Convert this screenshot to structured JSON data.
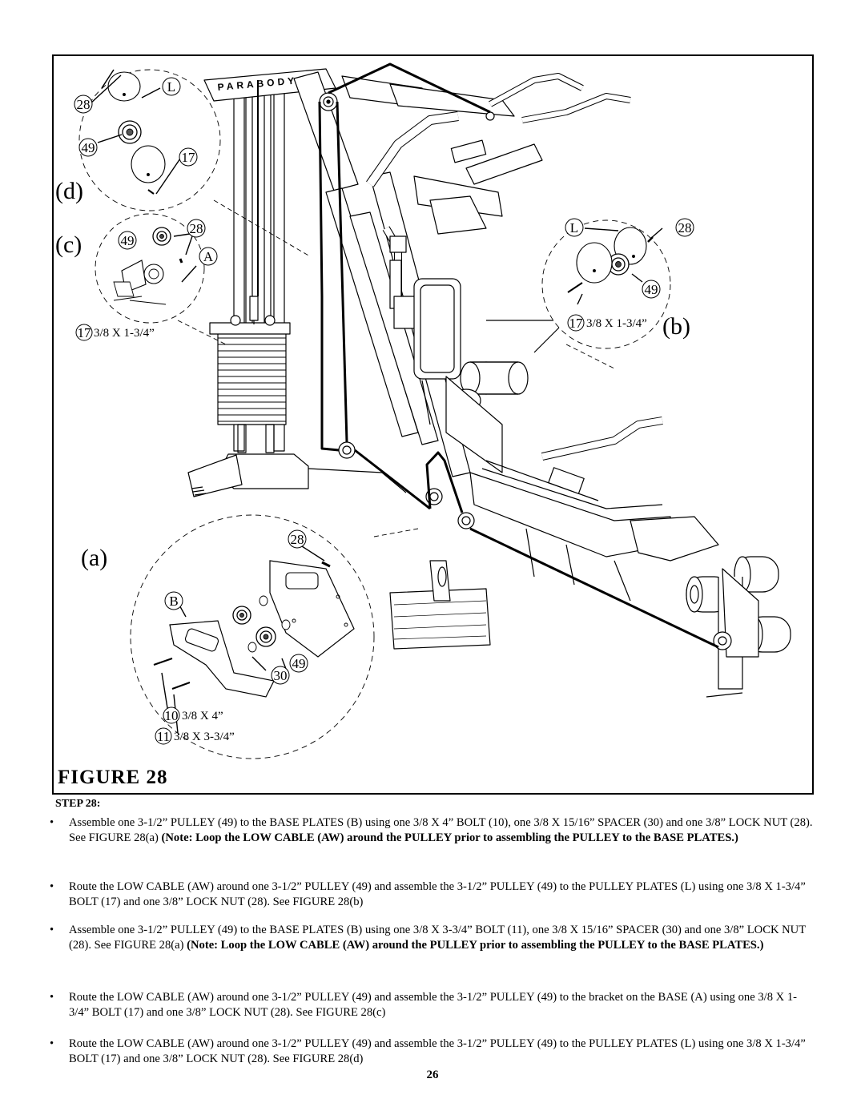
{
  "figure": {
    "title": "FIGURE 28",
    "brand_logo": "PARABODY",
    "panels": {
      "a": "(a)",
      "b": "(b)",
      "c": "(c)",
      "d": "(d)"
    },
    "callouts": {
      "d_L": "L",
      "d_28": "28",
      "d_49": "49",
      "d_17": "17",
      "c_49": "49",
      "c_28": "28",
      "c_A": "A",
      "c_17": "17",
      "c_17_size": "3/8 X 1-3/4”",
      "b_L": "L",
      "b_28": "28",
      "b_49": "49",
      "b_17": "17",
      "b_17_size": "3/8 X 1-3/4”",
      "a_28": "28",
      "a_B": "B",
      "a_49": "49",
      "a_30": "30",
      "a_10": "10",
      "a_10_size": "3/8 X 4”",
      "a_11": "11",
      "a_11_size": "3/8 X 3-3/4”"
    }
  },
  "step": {
    "heading": "STEP 28:",
    "bullet": "•",
    "items": [
      {
        "text": "Assemble one 3-1/2” PULLEY (49) to the BASE PLATES (B) using one 3/8 X 4” BOLT (10), one 3/8 X 15/16” SPACER (30) and one 3/8” LOCK NUT (28). See FIGURE 28(a)",
        "note": "(Note: Loop the LOW CABLE (AW) around the PULLEY prior to assembling the PULLEY to the BASE PLATES.)"
      },
      {
        "text": "Route the LOW CABLE (AW) around one 3-1/2” PULLEY (49) and assemble the 3-1/2” PULLEY (49) to the PULLEY PLATES (L) using one 3/8 X 1-3/4” BOLT (17) and one 3/8” LOCK NUT (28). See FIGURE 28(b)",
        "note": ""
      },
      {
        "text": "Assemble one 3-1/2” PULLEY (49) to the BASE PLATES (B) using one 3/8 X 3-3/4” BOLT (11), one 3/8 X 15/16” SPACER (30) and one 3/8” LOCK NUT (28). See FIGURE 28(a)",
        "note": "(Note: Loop the LOW CABLE (AW) around the PULLEY prior to assembling the PULLEY to the BASE PLATES.)"
      },
      {
        "text": "Route the LOW CABLE (AW) around one 3-1/2” PULLEY (49) and assemble the 3-1/2” PULLEY (49) to the bracket on the BASE (A) using one 3/8 X 1-3/4” BOLT (17) and one 3/8” LOCK NUT (28). See FIGURE 28(c)",
        "note": ""
      },
      {
        "text": "Route the LOW CABLE (AW) around one 3-1/2” PULLEY (49) and assemble the 3-1/2” PULLEY (49) to the PULLEY PLATES (L) using one 3/8 X 1-3/4” BOLT (17) and one 3/8” LOCK NUT (28). See FIGURE 28(d)",
        "note": ""
      }
    ]
  },
  "page_number": "26"
}
